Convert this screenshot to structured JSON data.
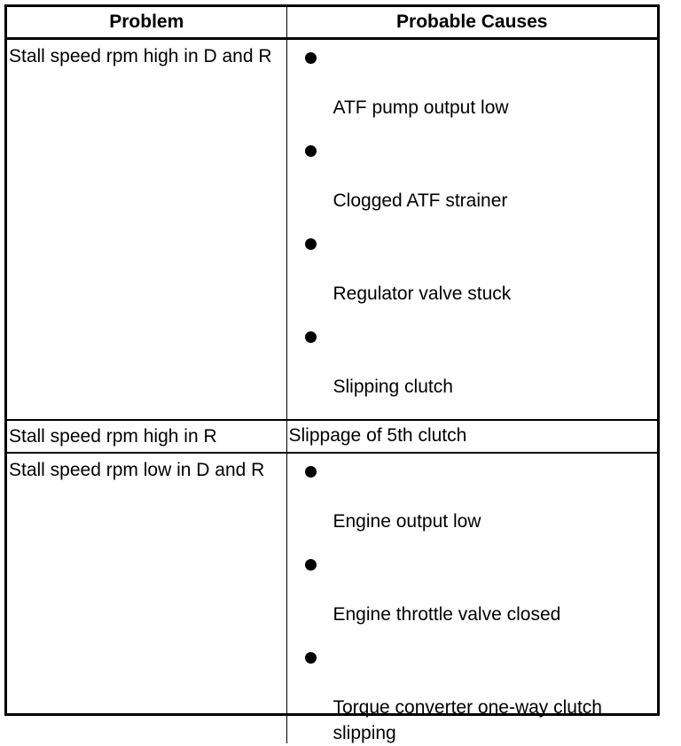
{
  "table": {
    "headers": {
      "problem": "Problem",
      "causes": "Probable Causes"
    },
    "rows": [
      {
        "problem": "Stall speed rpm high in D and R",
        "causes": [
          "ATF pump output low",
          "Clogged ATF strainer",
          "Regulator valve stuck",
          "Slipping clutch"
        ]
      },
      {
        "problem": "Stall speed rpm high in R",
        "cause": "Slippage of 5th clutch"
      },
      {
        "problem": "Stall speed rpm low in D and R",
        "causes": [
          "Engine output low",
          "Engine throttle valve closed",
          "Torque converter one-way clutch slipping"
        ]
      }
    ]
  }
}
